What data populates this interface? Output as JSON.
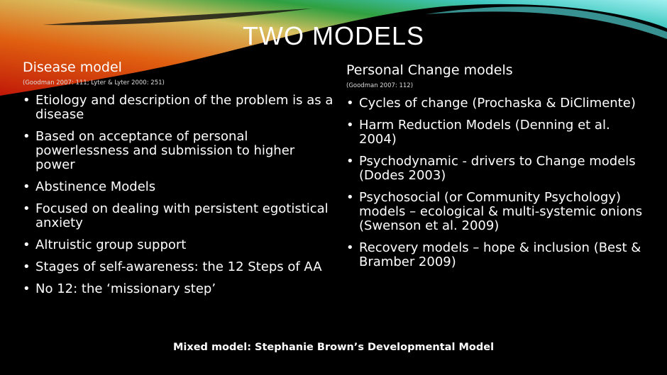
{
  "title": "TWO MODELS",
  "left": {
    "heading": "Disease model",
    "citation": "(Goodman 2007: 111; Lyter & Lyter 2000: 251)",
    "items": [
      "Etiology and description of the problem is as a disease",
      "Based on acceptance of personal powerlessness and submission to higher power",
      "Abstinence Models",
      "Focused on dealing with persistent egotistical anxiety",
      "Altruistic group support",
      "Stages of self-awareness: the 12 Steps of AA",
      "No 12: the ‘missionary step’"
    ]
  },
  "right": {
    "heading": "Personal Change models",
    "citation": "(Goodman 2007: 112)",
    "items": [
      "Cycles of change (Prochaska & DiClimente)",
      "Harm Reduction Models (Denning et al. 2004)",
      "Psychodynamic - drivers to Change models (Dodes  2003)",
      "Psychosocial (or Community Psychology)  models – ecological & multi-systemic onions (Swenson et al. 2009)",
      "Recovery models – hope & inclusion (Best & Bramber 2009)"
    ]
  },
  "footer": "Mixed model: Stephanie Brown’s Developmental Model"
}
